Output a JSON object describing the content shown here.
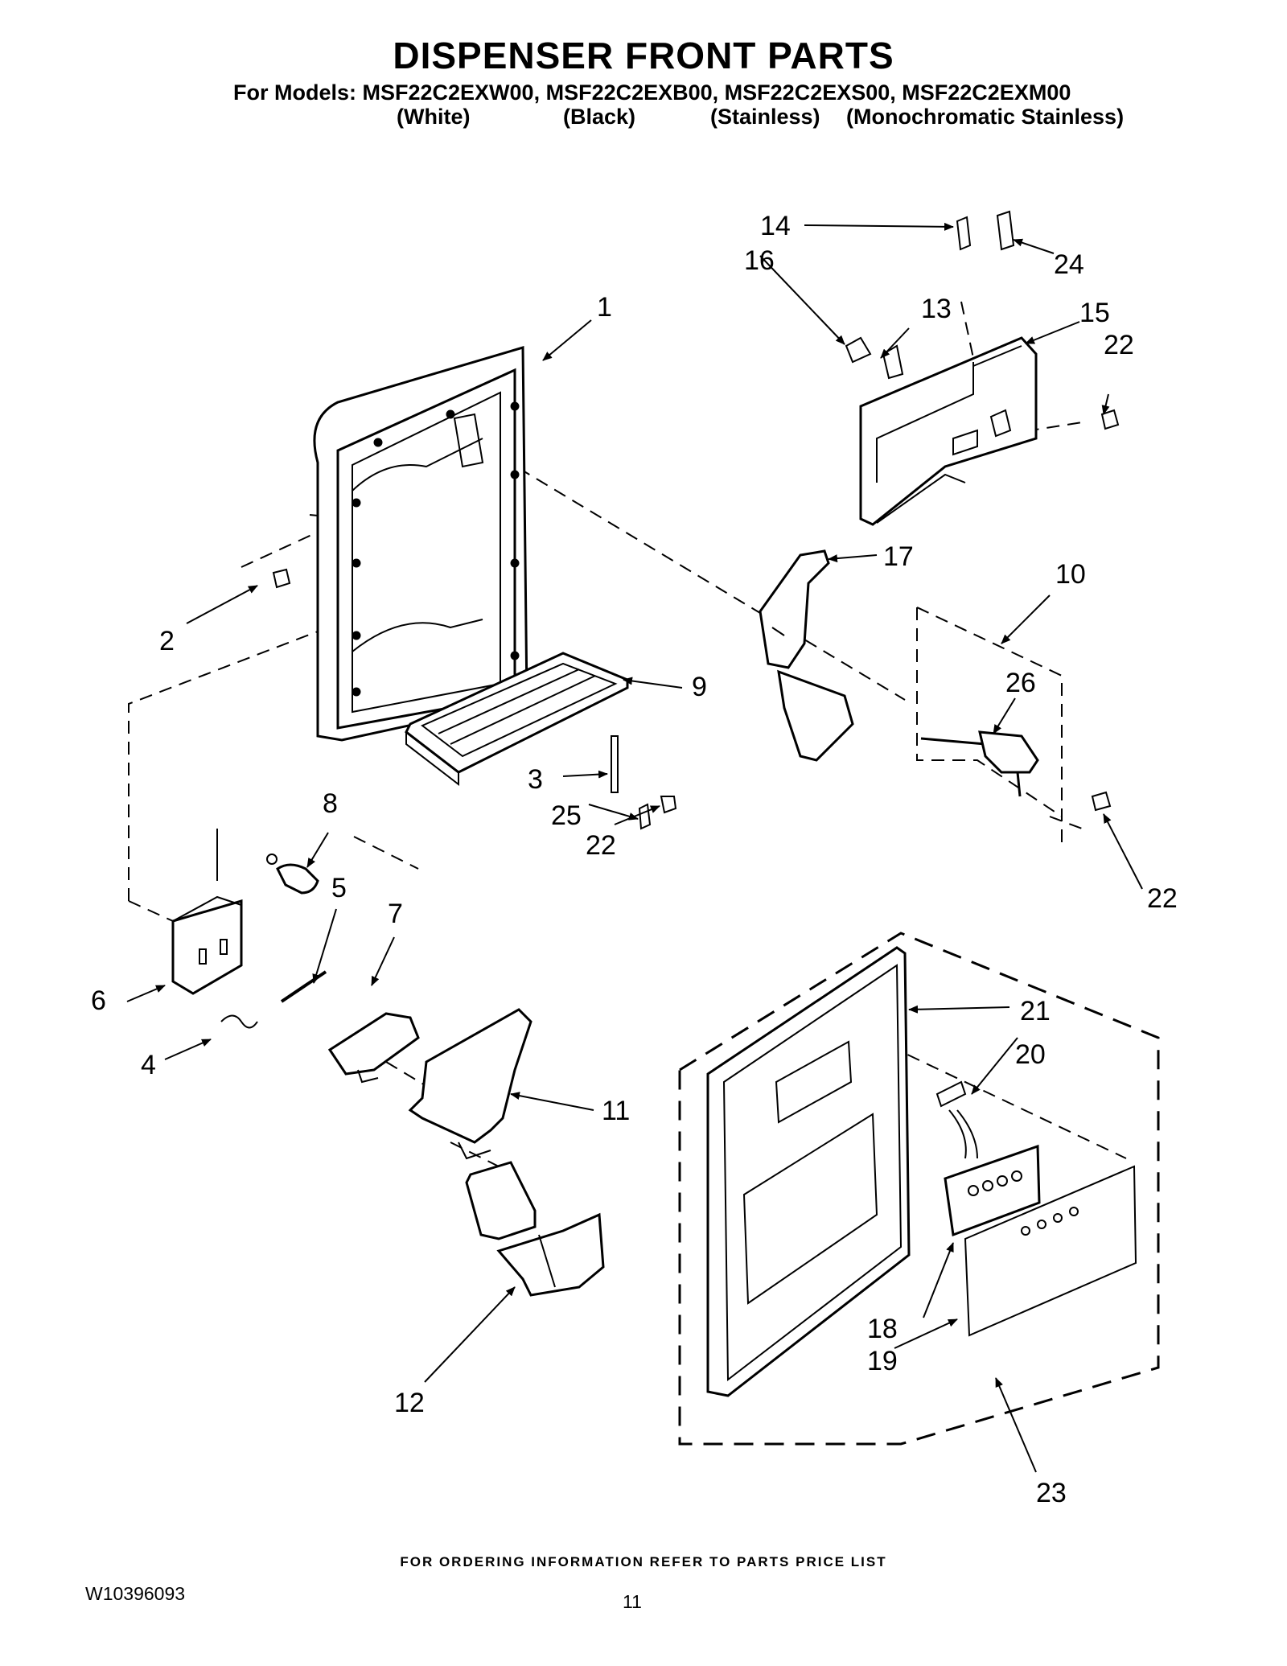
{
  "header": {
    "title": "DISPENSER FRONT PARTS",
    "models_line": "For Models: MSF22C2EXW00, MSF22C2EXB00, MSF22C2EXS00, MSF22C2EXM00",
    "variants": [
      "(White)",
      "(Black)",
      "(Stainless)",
      "(Monochromatic Stainless)"
    ]
  },
  "callouts": [
    "1",
    "2",
    "3",
    "4",
    "5",
    "6",
    "7",
    "8",
    "9",
    "10",
    "11",
    "12",
    "13",
    "14",
    "15",
    "16",
    "17",
    "18",
    "19",
    "20",
    "21",
    "22",
    "22",
    "22",
    "23",
    "24",
    "25",
    "26"
  ],
  "footer": {
    "ordering_note": "FOR ORDERING INFORMATION REFER TO PARTS PRICE LIST",
    "doc_number": "W10396093",
    "page_number": "11"
  }
}
